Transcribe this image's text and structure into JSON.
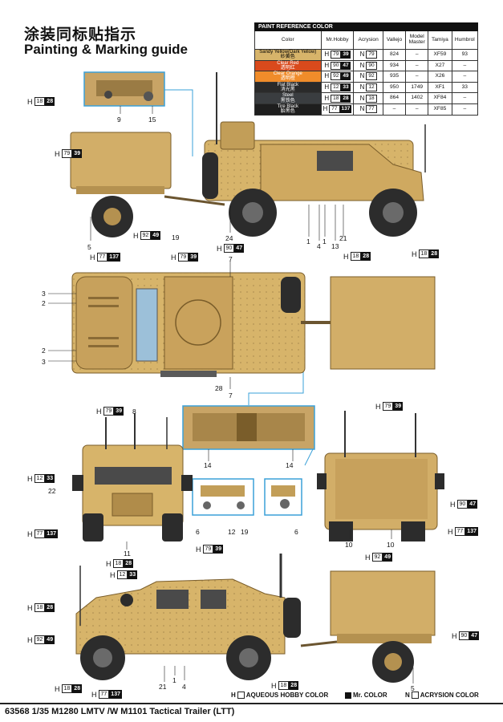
{
  "title_cn": "涂装同标贴指示",
  "title_en": "Painting & Marking guide",
  "table": {
    "banner": "PAINT REFERENCE COLOR",
    "headers": [
      "Color",
      "Mr.Hobby",
      "Acrysion",
      "Vallejo",
      "Model Master",
      "Tamiya",
      "Humbrol"
    ],
    "rows": [
      {
        "name_en": "Sandy Yellow(Dark Yellow)",
        "name_cn": "砂黄色",
        "swatch": "#d7b46a",
        "text_color": "#000",
        "h_w": "79",
        "h_b": "39",
        "n": "79",
        "vallejo": "824",
        "mm": "–",
        "tamiya": "XF59",
        "humbrol": "93"
      },
      {
        "name_en": "Clear Red",
        "name_cn": "透明红",
        "swatch": "#d94a1c",
        "text_color": "#fff",
        "h_w": "90",
        "h_b": "47",
        "n": "90",
        "vallejo": "934",
        "mm": "–",
        "tamiya": "X27",
        "humbrol": "–"
      },
      {
        "name_en": "Clear Orange",
        "name_cn": "透明橙",
        "swatch": "#f08c2a",
        "text_color": "#fff",
        "h_w": "92",
        "h_b": "49",
        "n": "92",
        "vallejo": "935",
        "mm": "–",
        "tamiya": "X26",
        "humbrol": "–"
      },
      {
        "name_en": "Flat Black",
        "name_cn": "消光黑",
        "swatch": "#2a2a2a",
        "text_color": "#fff",
        "h_w": "12",
        "h_b": "33",
        "n": "12",
        "vallejo": "950",
        "mm": "1749",
        "tamiya": "XF1",
        "humbrol": "33"
      },
      {
        "name_en": "Steel",
        "name_cn": "黑铁色",
        "swatch": "#3a3d40",
        "text_color": "#fff",
        "h_w": "18",
        "h_b": "28",
        "n": "18",
        "vallejo": "864",
        "mm": "1402",
        "tamiya": "XF84",
        "humbrol": "–"
      },
      {
        "name_en": "Tire Black",
        "name_cn": "胎黑色",
        "swatch": "#1e1e1e",
        "text_color": "#fff",
        "h_w": "77",
        "h_b": "137",
        "n": "77",
        "vallejo": "–",
        "mm": "–",
        "tamiya": "XF85",
        "humbrol": "–"
      }
    ]
  },
  "codes": {
    "hL": "H",
    "nL": "N",
    "c18_28": {
      "w": "18",
      "b": "28"
    },
    "c79_39": {
      "w": "79",
      "b": "39"
    },
    "c92_49": {
      "w": "92",
      "b": "49"
    },
    "c77_137": {
      "w": "77",
      "b": "137"
    },
    "c90_47": {
      "w": "90",
      "b": "47"
    },
    "c12_33": {
      "w": "12",
      "b": "33"
    }
  },
  "parts": {
    "p1": "1",
    "p2": "2",
    "p3": "3",
    "p4": "4",
    "p5": "5",
    "p6": "6",
    "p7": "7",
    "p8": "8",
    "p9": "9",
    "p10": "10",
    "p11": "11",
    "p12": "12",
    "p13": "13",
    "p14": "14",
    "p15": "15",
    "p19": "19",
    "p21": "21",
    "p22": "22",
    "p24": "24",
    "p28": "28"
  },
  "legend": {
    "aqueous": "AQUEOUS HOBBY COLOR",
    "mr": "Mr. COLOR",
    "acrysion": "ACRYSION COLOR"
  },
  "footer": "63568 1/35 M1280 LMTV /W M1101 Tactical Trailer (LTT)"
}
